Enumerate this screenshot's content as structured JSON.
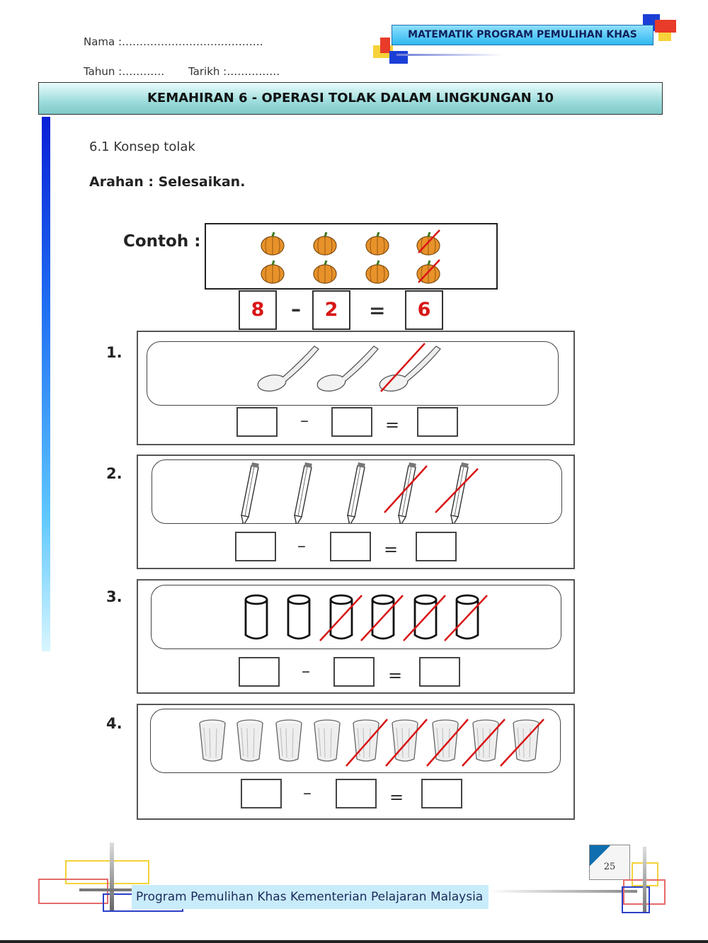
{
  "header": {
    "nama": "Nama :……………………….…………",
    "tahun": "Tahun :…………",
    "tarikh": "Tarikh :……………",
    "banner": "MATEMATIK  PROGRAM PEMULIHAN  KHAS",
    "title": "KEMAHIRAN 6 - OPERASI TOLAK DALAM LINGKUNGAN 10"
  },
  "section": "6.1    Konsep tolak",
  "instruction": "Arahan :  Selesaikan.",
  "example": {
    "label": "Contoh :",
    "item": "pumpkin-icon",
    "total": 8,
    "crossed": 2,
    "a": "8",
    "minus": "–",
    "b": "2",
    "equals": "=",
    "result": "6"
  },
  "questions": [
    {
      "number": "1.",
      "item": "spoon-icon",
      "total": 3,
      "crossed": 1,
      "minus": "–",
      "equals": "="
    },
    {
      "number": "2.",
      "item": "pencil-icon",
      "total": 5,
      "crossed": 2,
      "minus": "–",
      "equals": "="
    },
    {
      "number": "3.",
      "item": "cylinder-icon",
      "total": 6,
      "crossed": 4,
      "minus": "–",
      "equals": "="
    },
    {
      "number": "4.",
      "item": "glass-icon",
      "total": 9,
      "crossed": 5,
      "minus": "–",
      "equals": "="
    }
  ],
  "footer": {
    "text": "Program  Pemulihan Khas Kementerian Pelajaran Malaysia",
    "page": "25"
  },
  "colors": {
    "cross": "#d91515",
    "answer": "#d91515"
  }
}
